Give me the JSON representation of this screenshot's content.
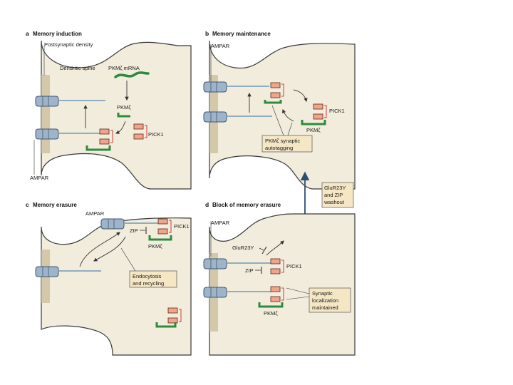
{
  "panels": {
    "a": {
      "letter": "a",
      "title": "Memory induction"
    },
    "b": {
      "letter": "b",
      "title": "Memory maintenance"
    },
    "c": {
      "letter": "c",
      "title": "Memory erasure"
    },
    "d": {
      "letter": "d",
      "title": "Block of memory erasure"
    }
  },
  "labels": {
    "postsynaptic_density": "Postsynaptic density",
    "dendritic_spine": "Dendritic spine",
    "pkmz_mrna": "PKMζ mRNA",
    "pkmz": "PKMζ",
    "pick1": "PICK1",
    "ampar": "AMPAR",
    "zip": "ZIP",
    "glur": "GluR23Y"
  },
  "notes": {
    "autotagging": [
      "PKMζ synaptic",
      "autotagging"
    ],
    "endocytosis": [
      "Endocytosis",
      "and recycling"
    ],
    "washout": [
      "GluR23Y",
      "and ZIP",
      "washout"
    ],
    "synaptic_localization": [
      "Synaptic",
      "localization",
      "maintained"
    ]
  },
  "colors": {
    "cytoplasm": "#f1ecdc",
    "membrane": "#3a3a3a",
    "density": "#cdbf9f",
    "pkmz": "#2e8b3e",
    "pick1_box": "#f0a489",
    "pick1_bracket": "#d23a3a",
    "receptor": "#9fb4c9",
    "receptor_stroke": "#3d5873",
    "ampar_line": "#2f6fa8",
    "arrow": "#333333",
    "note_box": "#f5e6c4"
  }
}
